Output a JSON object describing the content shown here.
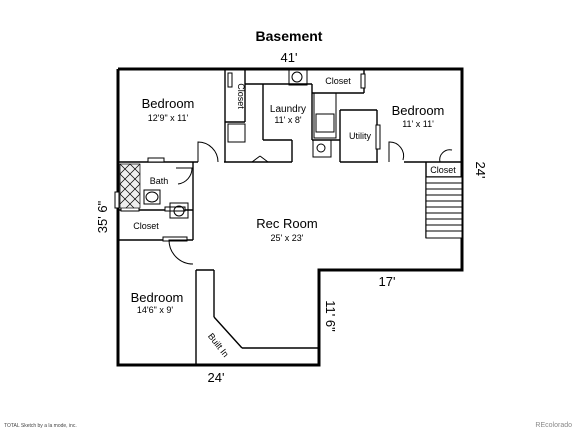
{
  "title": "Basement",
  "dimensions": {
    "top": "41'",
    "right": "24'",
    "left": "35' 6\"",
    "notch_horizontal": "17'",
    "notch_vertical": "11' 6\"",
    "bottom": "24'"
  },
  "rooms": {
    "bedroom_1": {
      "name": "Bedroom",
      "size": "12'9\" x 11'"
    },
    "closet_1": "Closet",
    "laundry": {
      "name": "Laundry",
      "size": "11' x 8'"
    },
    "closet_2": "Closet",
    "utility": "Utility",
    "bedroom_2": {
      "name": "Bedroom",
      "size": "11' x 11'"
    },
    "closet_stairs": "Closet",
    "bath": "Bath",
    "closet_3": "Closet",
    "rec_room": {
      "name": "Rec Room",
      "size": "25' x 23'"
    },
    "bedroom_3": {
      "name": "Bedroom",
      "size": "14'6\" x 9'"
    },
    "built_in": "Built In"
  },
  "footer": {
    "left": "TOTAL Sketch by a la mode, inc.",
    "right": "REcolorado"
  }
}
